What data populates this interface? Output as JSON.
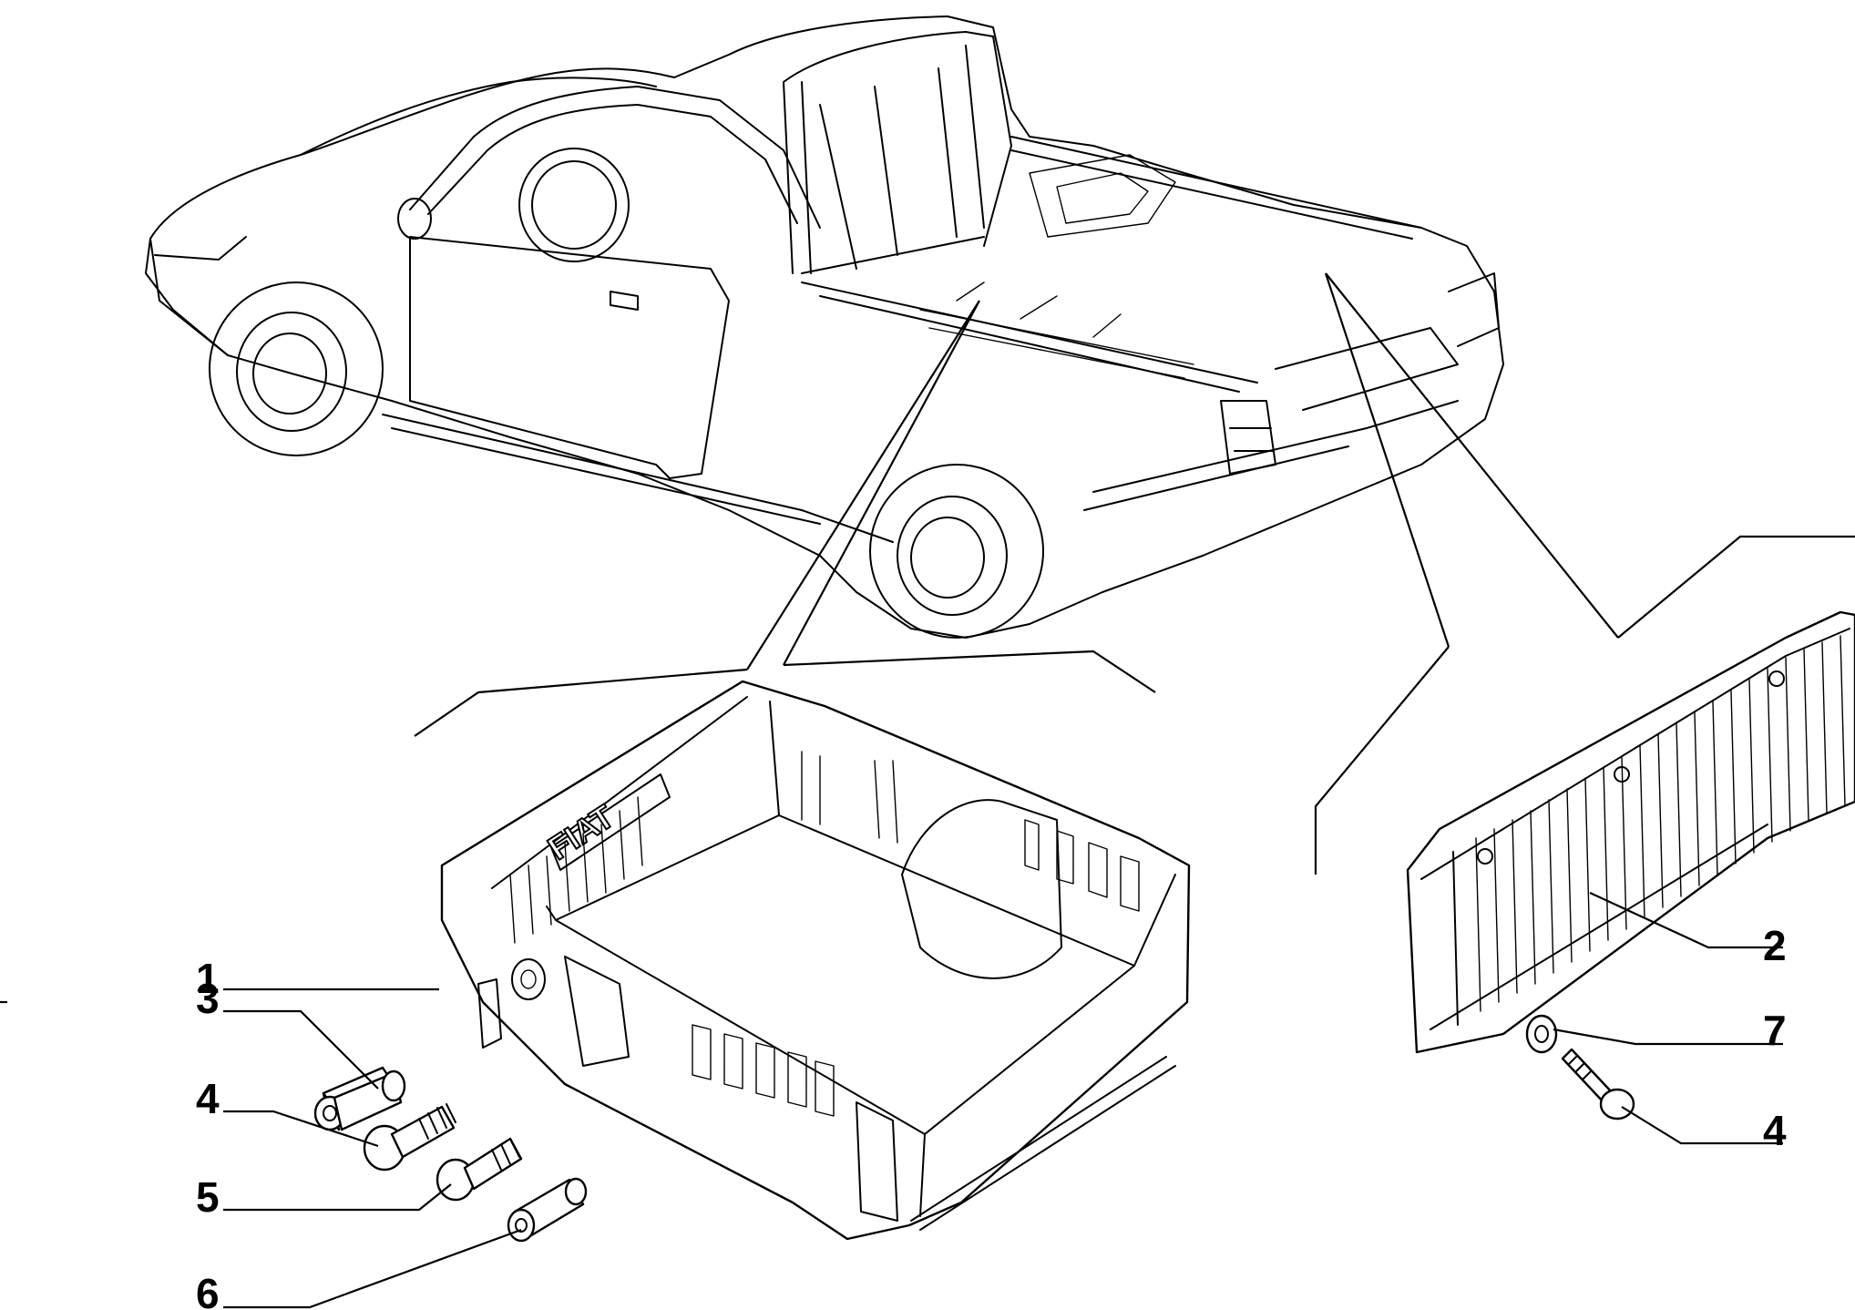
{
  "callouts": [
    {
      "id": "1",
      "text": "1"
    },
    {
      "id": "2",
      "text": "2"
    },
    {
      "id": "3",
      "text": "3"
    },
    {
      "id": "4a",
      "text": "4"
    },
    {
      "id": "4b",
      "text": "4"
    },
    {
      "id": "5",
      "text": "5"
    },
    {
      "id": "6",
      "text": "6"
    },
    {
      "id": "7",
      "text": "7"
    }
  ],
  "emboss": "FIAT"
}
